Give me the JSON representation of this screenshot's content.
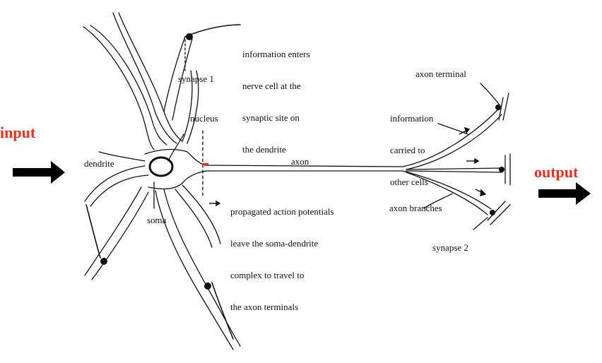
{
  "labels": {
    "input": "input",
    "output": "output",
    "info_enters": [
      "information enters",
      "nerve cell at the",
      "synaptic site on",
      "the dendrite"
    ],
    "synapse1": "synapse 1",
    "nucleus": "nucleus",
    "dendrite": "dendrite",
    "soma": "soma",
    "axon": "axon",
    "propagated": [
      "propagated action potentials",
      "leave the soma-dendrite",
      "complex to travel to",
      "the axon terminals"
    ],
    "axon_terminal": "axon terminal",
    "info_carried": [
      "information",
      "carried to",
      "other cells"
    ],
    "axon_branches": "axon branches",
    "synapse2": "synapse 2"
  },
  "colors": {
    "accent_red": "#ff2a1a",
    "line": "#111111",
    "background": "#ffffff"
  }
}
